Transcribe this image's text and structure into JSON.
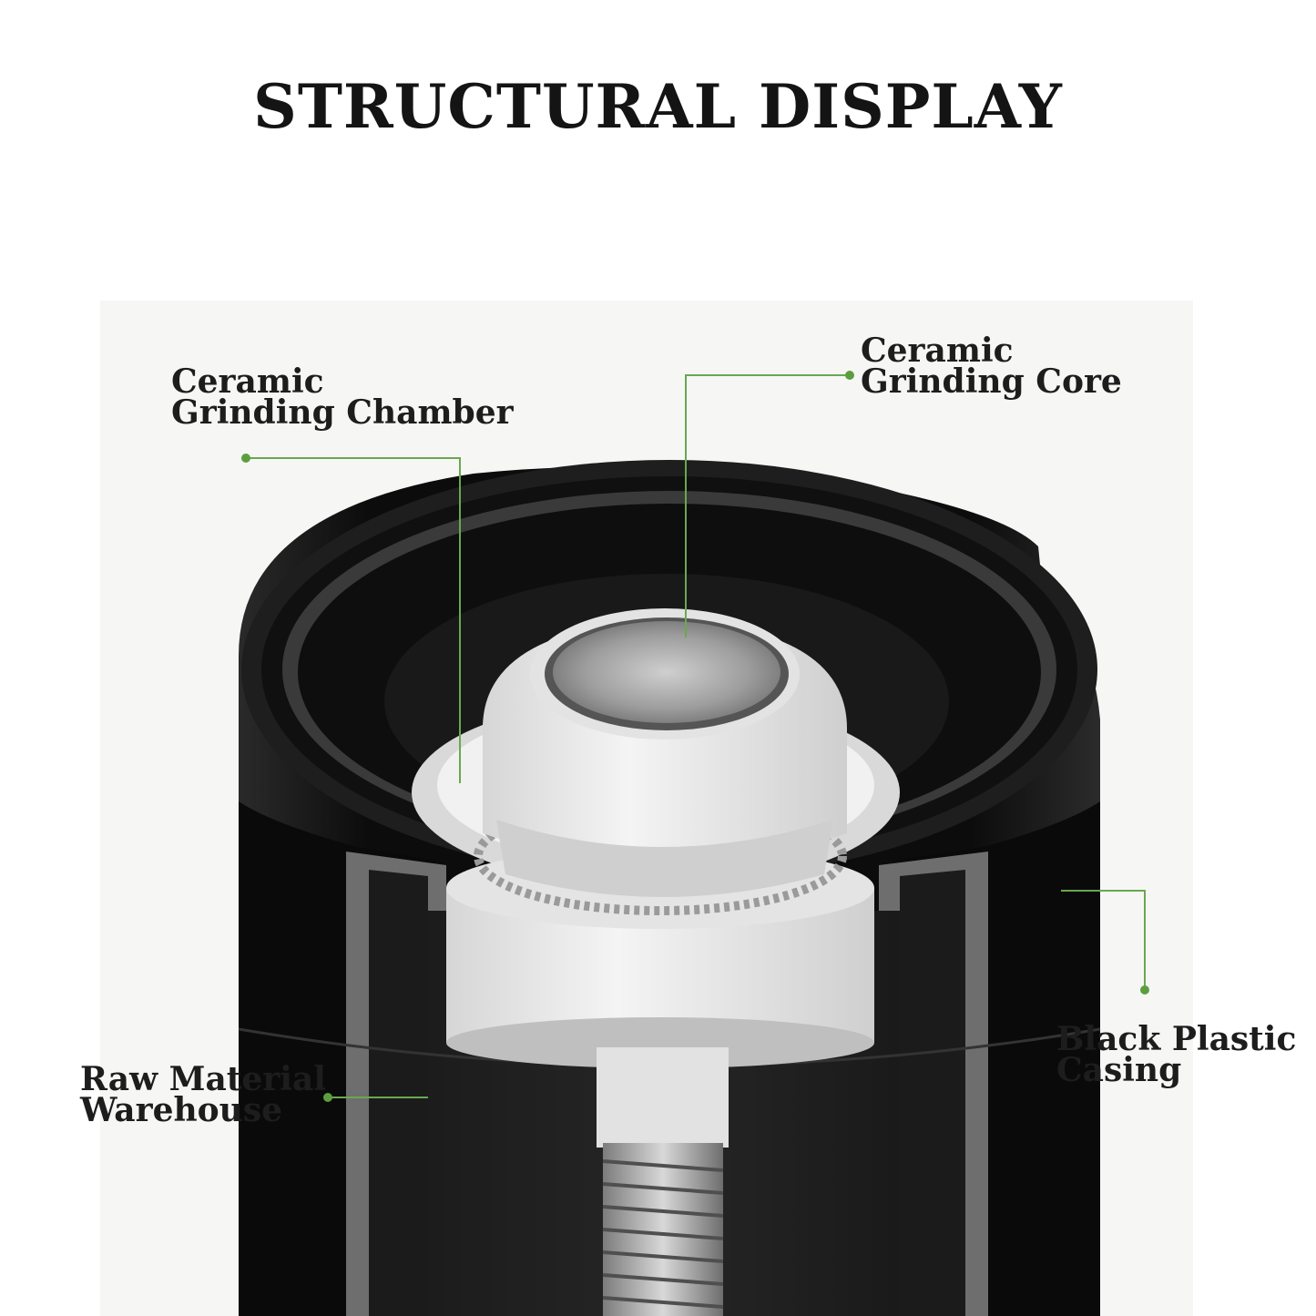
{
  "title": "STRUCTURAL DISPLAY",
  "colors": {
    "callout_line": "#6aa84f",
    "casing": "#141414",
    "ceramic": "#e9e9e9",
    "steel": "#a9a9a9"
  },
  "labels": {
    "grinding_chamber": [
      "Ceramic",
      "Grinding Chamber"
    ],
    "grinding_core": [
      "Ceramic",
      "Grinding Core"
    ],
    "casing": [
      "Black Plastic",
      "Casing"
    ],
    "warehouse": [
      "Raw Material",
      "Warehouse"
    ]
  }
}
